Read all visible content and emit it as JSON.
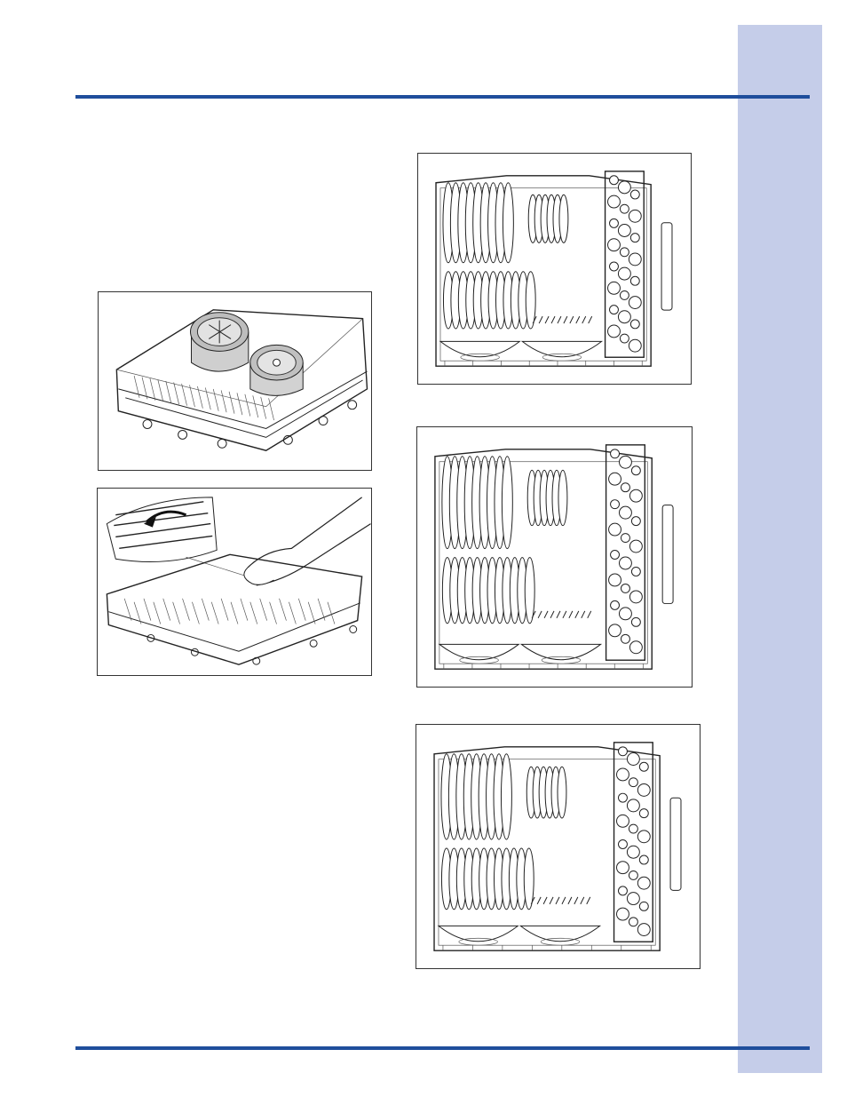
{
  "page": {
    "accent_color": "#1f4e9c",
    "side_tab_color": "#c5cde9"
  },
  "figures": [
    {
      "id": "fig-pots",
      "icon": "lower-rack-with-pots"
    },
    {
      "id": "fig-hand",
      "icon": "hand-folding-rack-tines"
    },
    {
      "id": "fig-load1",
      "icon": "rack-loading-pattern"
    },
    {
      "id": "fig-load2",
      "icon": "rack-loading-pattern"
    },
    {
      "id": "fig-load3",
      "icon": "rack-loading-pattern"
    }
  ]
}
